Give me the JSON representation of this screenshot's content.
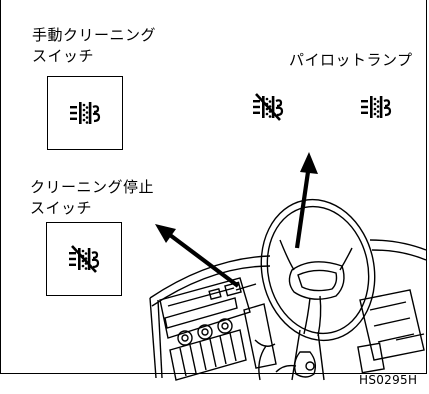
{
  "labels": {
    "manual_clean_switch": "手動クリーニング\nスイッチ",
    "clean_stop_switch": "クリーニング停止\nスイッチ",
    "pilot_lamp": "パイロットランプ",
    "figure_code": "HS0295H"
  },
  "icons": {
    "manual_switch_icon": "dpf-regeneration-icon",
    "stop_switch_icon": "dpf-regeneration-inhibit-icon",
    "pilot_lamp_inhibit": "dpf-regeneration-inhibit-icon",
    "pilot_lamp_regen": "dpf-regeneration-icon"
  }
}
